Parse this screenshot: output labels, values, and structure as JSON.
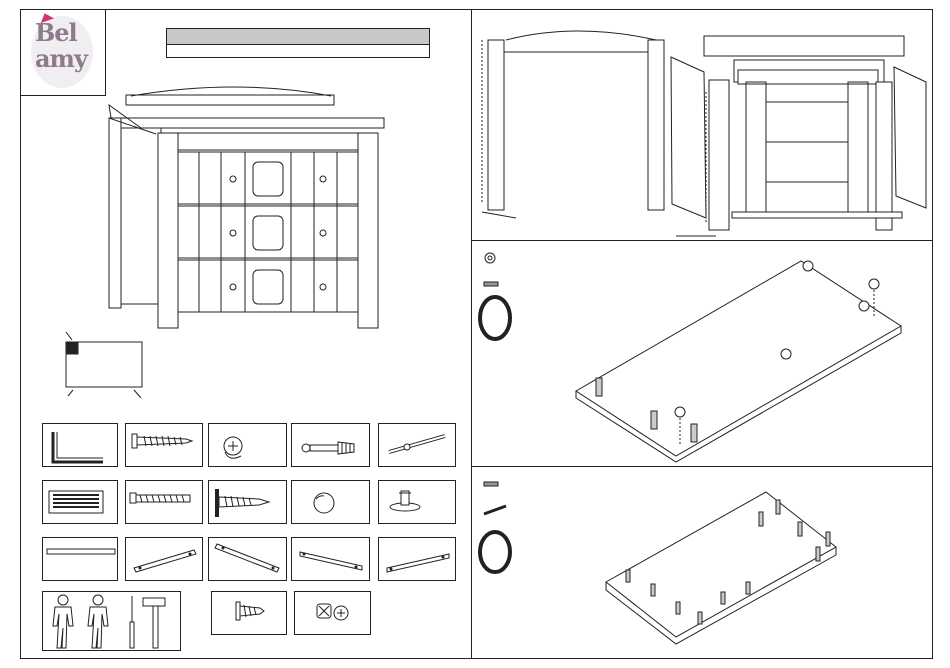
{
  "brand": {
    "logo_text_line1": "Bel",
    "logo_text_line2": "amy",
    "logo_full": "Bellamy",
    "accent_color": "#d4336f",
    "logo_color": "#8d7a8a"
  },
  "header": {
    "title_label": "",
    "subtitle_label": ""
  },
  "parts": [
    {
      "id": "allen-key",
      "icon": "allen-key-icon"
    },
    {
      "id": "wood-screw-long",
      "icon": "wood-screw-icon"
    },
    {
      "id": "cam-lock",
      "icon": "cam-lock-icon"
    },
    {
      "id": "cam-bolt",
      "icon": "cam-bolt-icon"
    },
    {
      "id": "dowel-bolt",
      "icon": "dowel-bolt-icon"
    },
    {
      "id": "wooden-dowel",
      "icon": "wooden-dowel-icon"
    },
    {
      "id": "screw-flat",
      "icon": "flat-screw-icon"
    },
    {
      "id": "screw-washer",
      "icon": "washer-screw-icon"
    },
    {
      "id": "knob",
      "icon": "knob-icon"
    },
    {
      "id": "glide",
      "icon": "glide-icon"
    },
    {
      "id": "back-strip",
      "icon": "back-strip-icon"
    },
    {
      "id": "drawer-rail-1",
      "icon": "drawer-rail-icon"
    },
    {
      "id": "drawer-rail-2",
      "icon": "drawer-rail-icon"
    },
    {
      "id": "drawer-runner-1",
      "icon": "drawer-runner-icon"
    },
    {
      "id": "drawer-runner-2",
      "icon": "drawer-runner-icon"
    },
    {
      "id": "assembly-persons",
      "icon": "two-persons-screwdriver-hammer-icon"
    },
    {
      "id": "short-screw",
      "icon": "short-screw-icon"
    },
    {
      "id": "cam-assembly",
      "icon": "cam-assembly-icon"
    }
  ]
}
